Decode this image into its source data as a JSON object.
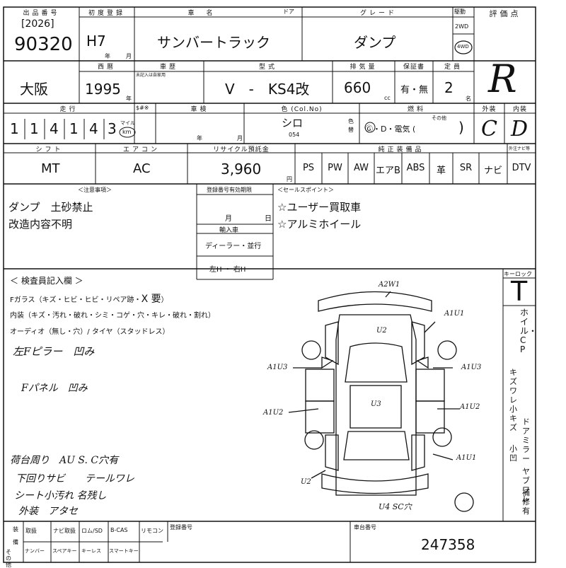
{
  "header": {
    "lot_label": "出品番号",
    "first_reg_label": "初度登録",
    "name_label": "車　名",
    "door_label": "ドア",
    "grade_label": "グレード",
    "drive_label": "駆動",
    "score_label": "評価点",
    "year_tag": "[2026]",
    "lot_number": "90320",
    "reg_era": "H7",
    "year_unit": "年",
    "month_unit": "月",
    "car_name": "サンバートラック",
    "grade": "ダンプ",
    "drive_2wd": "2WD",
    "drive_4wd": "4WD",
    "score": "R"
  },
  "row2": {
    "region_label": "西暦",
    "car_type_label": "車歴",
    "car_type_note": "未記入は自家用",
    "model_label": "型式",
    "displacement_label": "排気量",
    "warranty_label": "保証書",
    "capacity_label": "定員",
    "region": "大阪",
    "year": "1995",
    "year_unit": "年",
    "model": "V　-　KS4改",
    "displacement": "660",
    "cc_unit": "cc",
    "warranty": "有・無",
    "capacity": "2",
    "capacity_unit": "名"
  },
  "row3": {
    "mileage_label": "走行",
    "s_label": "$#※",
    "inspection_label": "車検",
    "color_label": "色 (Col.No)",
    "fuel_label": "燃料",
    "exterior_label": "外装",
    "interior_label": "内装",
    "mileage_digits": [
      "1",
      "1",
      "4",
      "1",
      "4",
      "3"
    ],
    "mile_unit": "マイル",
    "km_unit": "km",
    "year_unit": "年",
    "month_unit": "月",
    "color": "シロ",
    "color_no": "054",
    "color_change": "色替",
    "fuel": "Ⓖ・D・電気 (",
    "fuel_other": "その他",
    "fuel_close": ")",
    "exterior_grade": "C",
    "interior_grade": "D"
  },
  "row4": {
    "shift_label": "シフト",
    "ac_label": "エアコン",
    "recycle_label": "リサイクル預託金",
    "equipment_label": "純正装備品",
    "extra_label": "外注ナビ等",
    "shift": "MT",
    "ac": "AC",
    "recycle": "3,960",
    "yen_unit": "円",
    "equipment": [
      "PS",
      "PW",
      "AW",
      "エアB",
      "ABS",
      "革",
      "SR",
      "ナビ",
      "DTV"
    ]
  },
  "notes": {
    "caution_label": "＜注意事項＞",
    "caution_lines": [
      "ダンプ　土砂禁止",
      "改造内容不明"
    ],
    "reg_expiry_label": "登録番号有効期限",
    "reg_month": "月",
    "reg_day": "日",
    "import_label": "輸入車",
    "dealer_label": "ディーラー・並行",
    "steering_label": "左H ・ 右H",
    "sales_label": "＜セールスポイント＞",
    "sales_points": [
      "☆ユーザー買取車",
      "☆アルミホイール"
    ]
  },
  "inspection": {
    "title": "＜ 検査員記入欄 ＞",
    "glass_line": "Fガラス（キズ・ヒビ・ヒビ・リペア跡・",
    "glass_mark": "X 要",
    "glass_close": "）",
    "interior_line": "内装（キズ・汚れ・破れ・シミ・コゲ・穴・キレ・破れ・割れ）",
    "audio_line": "オーディオ（無し・穴）/ タイヤ（スタッドレス）",
    "hand_notes": [
      "左Fピラー　凹み",
      "Fパネル　凹み",
      "荷台周り　AU S. C穴有",
      "下回りサビ　　テールワレ",
      "シート小汚れ 名残し",
      "外装　アタセ"
    ],
    "key_label": "キーロック",
    "key_mark": "T",
    "side_notes": [
      "ホイル・CP",
      "キズ ワレ",
      "ドアミラー",
      "小キズ",
      "ヤブ ワレ",
      "小凹",
      "補修有"
    ],
    "diagram_marks": [
      "A2W1",
      "A1U1",
      "U2",
      "A1U3",
      "A1U3",
      "A1U2",
      "A1U2",
      "U3",
      "A1U1",
      "U2",
      "U4 SC穴"
    ]
  },
  "footer": {
    "equip_label": "装備",
    "other_label": "その他",
    "top_items": [
      "取扱",
      "ナビ取扱",
      "ロム/SD",
      "B-CAS",
      "リモコン"
    ],
    "bottom_items": [
      "ナンバー",
      "スペアキー",
      "キーレス",
      "スマートキー"
    ],
    "reg_number_label": "登録番号",
    "chassis_label": "車台番号",
    "chassis_number": "247358"
  }
}
